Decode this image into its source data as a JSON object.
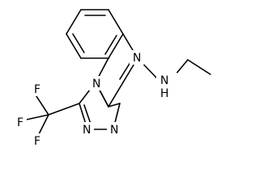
{
  "atoms": {
    "n_ring": "N",
    "n_ring_bottom": "N",
    "n_triazole_a": "N",
    "n_triazole_b": "N",
    "nh": "N",
    "nh_h": "H",
    "f_top": "F",
    "f_left": "F",
    "f_bottom": "F"
  }
}
